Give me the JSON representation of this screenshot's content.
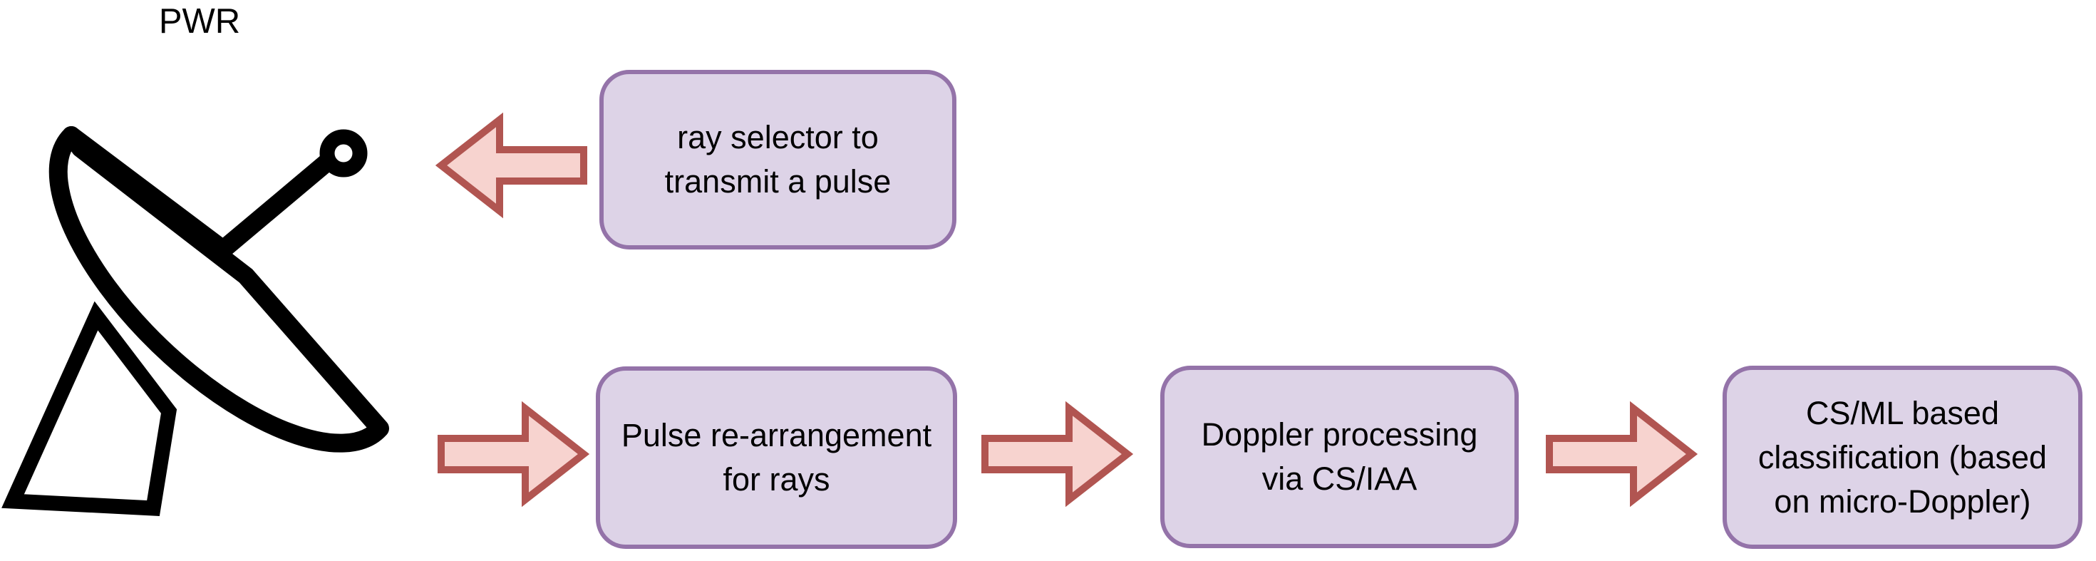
{
  "diagram": {
    "title_label": "PWR",
    "icon": {
      "name": "satellite-dish-icon",
      "meaning": "pulsed weather radar (PWR) antenna"
    },
    "nodes": [
      {
        "id": "ray-selector",
        "label": "ray selector to\ntransmit a pulse",
        "row": "top"
      },
      {
        "id": "pulse-rearrangement",
        "label": "Pulse re-arrangement\nfor rays",
        "row": "bottom"
      },
      {
        "id": "doppler-processing",
        "label": "Doppler processing\nvia CS/IAA",
        "row": "bottom"
      },
      {
        "id": "classification",
        "label": "CS/ML based\nclassification (based\non micro-Doppler)",
        "row": "bottom"
      }
    ],
    "arrows": [
      {
        "from": "ray-selector",
        "to": "radar",
        "direction": "left"
      },
      {
        "from": "radar",
        "to": "pulse-rearrangement",
        "direction": "right"
      },
      {
        "from": "pulse-rearrangement",
        "to": "doppler-processing",
        "direction": "right"
      },
      {
        "from": "doppler-processing",
        "to": "classification",
        "direction": "right"
      }
    ],
    "colors": {
      "background": "#ffffff",
      "box_fill": "#ddd3e7",
      "box_border": "#9473a9",
      "arrow_fill": "#f7d3cf",
      "arrow_border": "#b15551",
      "icon_stroke": "#000000",
      "text": "#000000"
    }
  }
}
